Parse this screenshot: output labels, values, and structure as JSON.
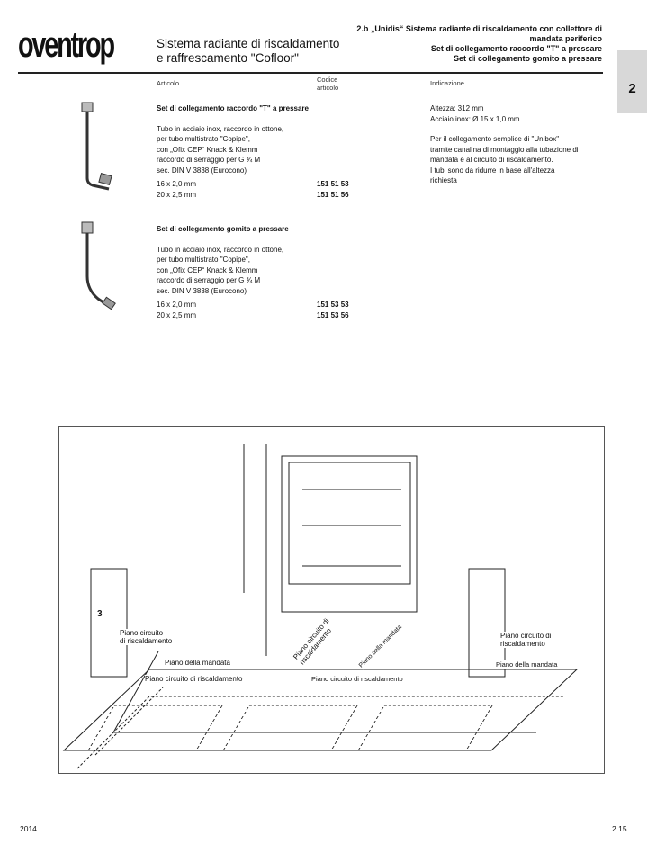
{
  "header": {
    "logo": "oventrop",
    "subtitle_lines": [
      "Sistema radiante di riscaldamento",
      "e raffrescamento \"Cofloor\""
    ],
    "section_lines": [
      "2.b „Unidis“ Sistema radiante di riscaldamento con collettore di",
      "mandata periferico",
      "Set di collegamento raccordo \"T\" a pressare",
      "Set di collegamento gomito a pressare"
    ],
    "chapter_tab": "2"
  },
  "columns": {
    "article": "Articolo",
    "code": [
      "Codice",
      "articolo"
    ],
    "indication": "Indicazione"
  },
  "products": [
    {
      "title": "Set di collegamento raccordo \"T\" a pressare",
      "description": [
        "Tubo in acciaio inox, raccordo in ottone,",
        "per tubo multistrato \"Copipe\",",
        "con „Ofix CEP“ Knack & Klemm",
        "raccordo di serraggio per G ¾ M",
        "sec. DIN V 3838 (Eurocono)"
      ],
      "variants": [
        {
          "size": "16 x 2,0 mm",
          "code": "151 51 53"
        },
        {
          "size": "20 x 2,5 mm",
          "code": "151 51 56"
        }
      ],
      "indication": [
        "Altezza: 312 mm",
        "Acciaio inox:  Ø 15 x 1,0 mm",
        "",
        "Per il collegamento semplice di \"Unibox\"",
        "tramite canalina di montaggio alla tubazione di",
        "mandata e al circuito di riscaldamento.",
        "I tubi sono da ridurre in base all'altezza",
        "richiesta"
      ]
    },
    {
      "title": "Set di collegamento gomito a pressare",
      "description": [
        "Tubo in acciaio inox, raccordo in ottone,",
        "per tubo multistrato \"Copipe\",",
        "con „Ofix CEP“ Knack & Klemm",
        "raccordo di serraggio per G ¾ M",
        "sec. DIN V 3838 (Eurocono)"
      ],
      "variants": [
        {
          "size": "16 x 2,0 mm",
          "code": "151 53 53"
        },
        {
          "size": "20 x 2,5 mm",
          "code": "151 53 56"
        }
      ]
    }
  ],
  "diagram": {
    "callout": "3",
    "left_circuit": [
      "Piano circuito",
      "di riscaldamento"
    ],
    "left_supply": "Piano della mandata",
    "left_floor": "Piano circuito di riscaldamento",
    "center_diag": [
      "Piano circuito di",
      "riscaldamento"
    ],
    "center_supply": "Piano della mandata",
    "center_floor": "Piano circuito di riscaldamento",
    "right_circuit": [
      "Piano circuito di",
      "riscaldamento"
    ],
    "right_supply": "Piano della mandata"
  },
  "footer": {
    "year": "2014",
    "page": "2.15"
  }
}
